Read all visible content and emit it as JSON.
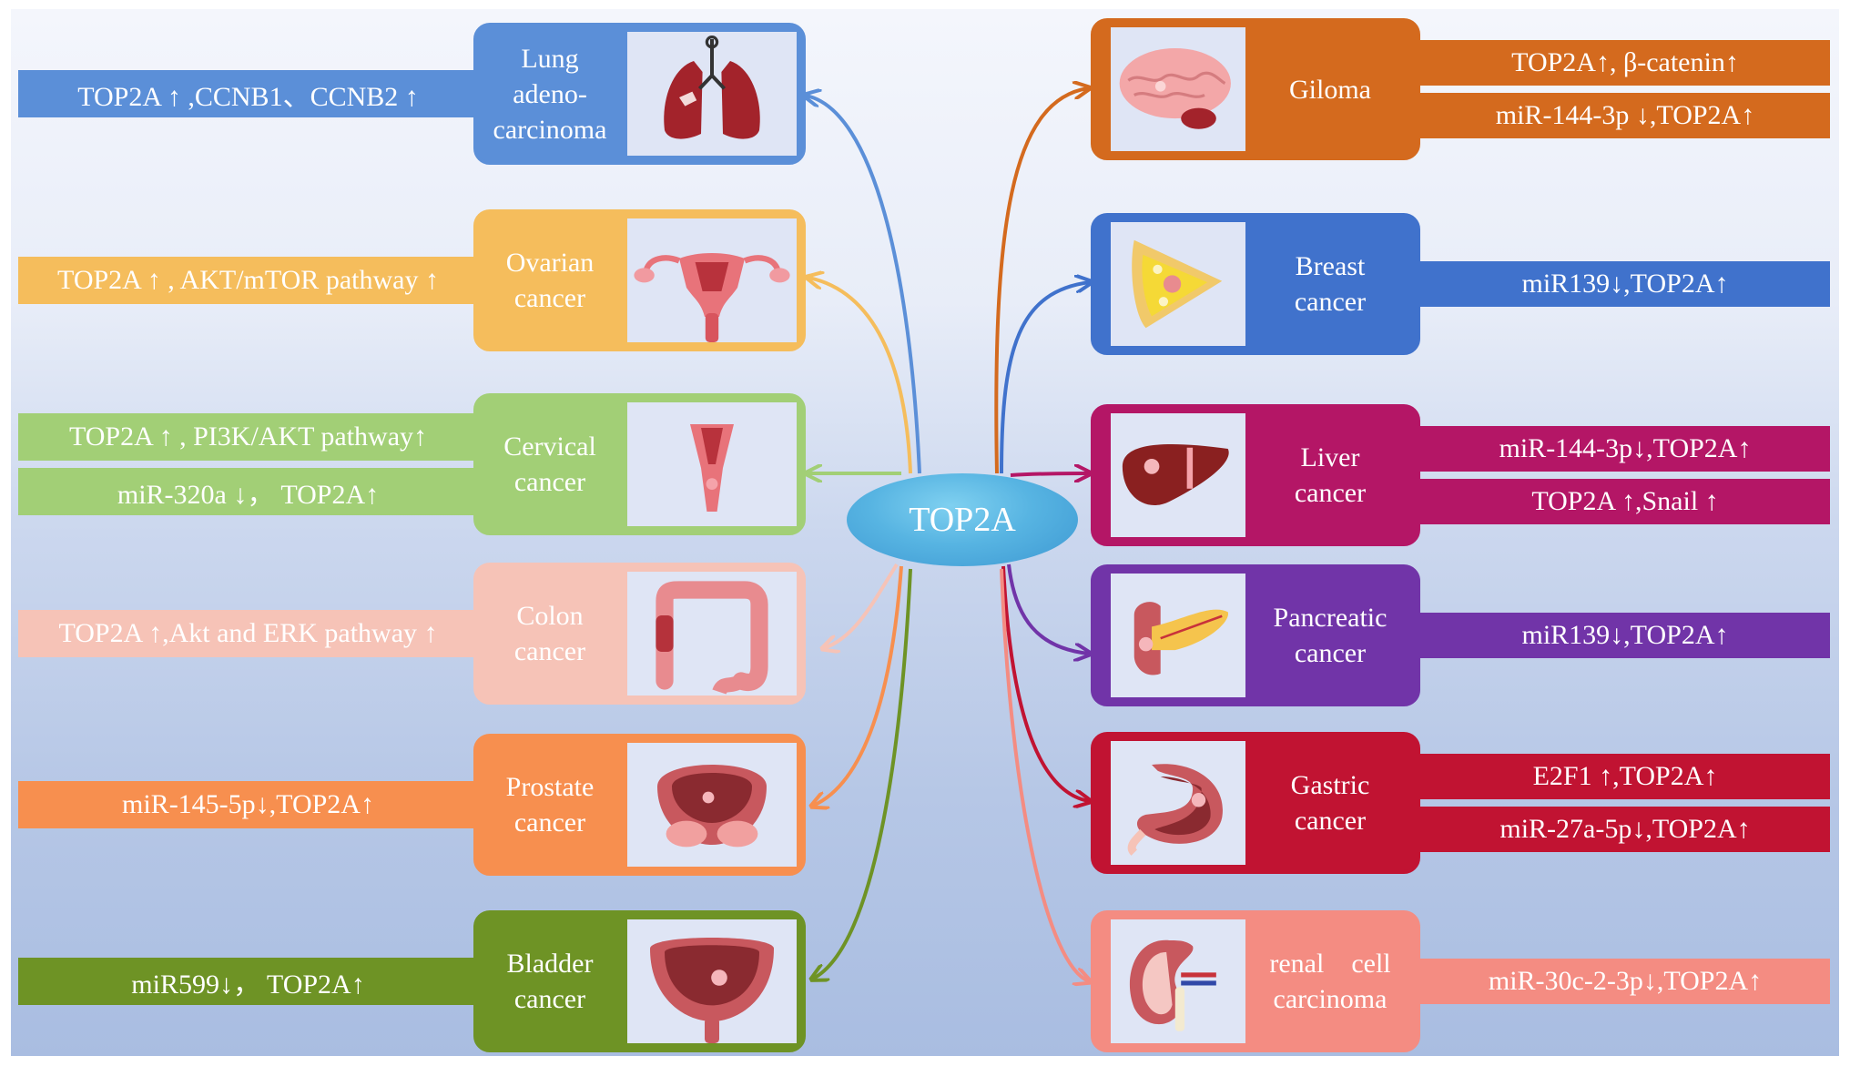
{
  "center": {
    "label": "TOP2A"
  },
  "left": [
    {
      "id": "lung",
      "name_lines": [
        "Lung",
        "adeno-",
        "carcinoma"
      ],
      "color": "#5b8fd8",
      "organ": "lung-icon",
      "notes": [
        "TOP2A ↑ ,CCNB1、CCNB2 ↑"
      ]
    },
    {
      "id": "ovarian",
      "name_lines": [
        "Ovarian",
        "cancer"
      ],
      "color": "#f5bd5c",
      "organ": "uterus-ovaries-icon",
      "notes": [
        "TOP2A ↑ , AKT/mTOR pathway ↑"
      ]
    },
    {
      "id": "cervical",
      "name_lines": [
        "Cervical",
        "cancer"
      ],
      "color": "#a2cf76",
      "organ": "cervix-icon",
      "notes": [
        "TOP2A ↑ , PI3K/AKT  pathway↑",
        "miR-320a ↓， TOP2A↑"
      ]
    },
    {
      "id": "colon",
      "name_lines": [
        "Colon",
        "cancer"
      ],
      "color": "#f6c3b7",
      "organ": "colon-icon",
      "notes": [
        "TOP2A ↑,Akt and ERK pathway ↑"
      ]
    },
    {
      "id": "prostate",
      "name_lines": [
        "Prostate",
        "cancer"
      ],
      "color": "#f78f4f",
      "organ": "prostate-icon",
      "notes": [
        "miR-145-5p↓,TOP2A↑"
      ]
    },
    {
      "id": "bladder",
      "name_lines": [
        "Bladder",
        "cancer"
      ],
      "color": "#6e9325",
      "organ": "bladder-icon",
      "notes": [
        "miR599↓， TOP2A↑"
      ]
    }
  ],
  "right": [
    {
      "id": "glioma",
      "name_lines": [
        "Giloma"
      ],
      "color": "#d46a1e",
      "organ": "brain-icon",
      "notes": [
        "TOP2A↑, β-catenin↑",
        "miR-144-3p ↓,TOP2A↑"
      ]
    },
    {
      "id": "breast",
      "name_lines": [
        "Breast",
        "cancer"
      ],
      "color": "#4072cc",
      "organ": "breast-icon",
      "notes": [
        "miR139↓,TOP2A↑"
      ]
    },
    {
      "id": "liver",
      "name_lines": [
        "Liver",
        "cancer"
      ],
      "color": "#b41666",
      "organ": "liver-icon",
      "notes": [
        "miR-144-3p↓,TOP2A↑",
        "TOP2A ↑,Snail ↑"
      ]
    },
    {
      "id": "pancreatic",
      "name_lines": [
        "Pancreatic",
        "cancer"
      ],
      "color": "#7134a8",
      "organ": "pancreas-icon",
      "notes": [
        "miR139↓,TOP2A↑"
      ]
    },
    {
      "id": "gastric",
      "name_lines": [
        "Gastric",
        "cancer"
      ],
      "color": "#c11332",
      "organ": "stomach-icon",
      "notes": [
        "E2F1 ↑,TOP2A↑",
        "miR-27a-5p↓,TOP2A↑"
      ]
    },
    {
      "id": "renal",
      "name_lines": [
        "renal    cell",
        "carcinoma"
      ],
      "color": "#f48c82",
      "organ": "kidney-icon",
      "notes": [
        "miR-30c-2-3p↓,TOP2A↑"
      ]
    }
  ]
}
